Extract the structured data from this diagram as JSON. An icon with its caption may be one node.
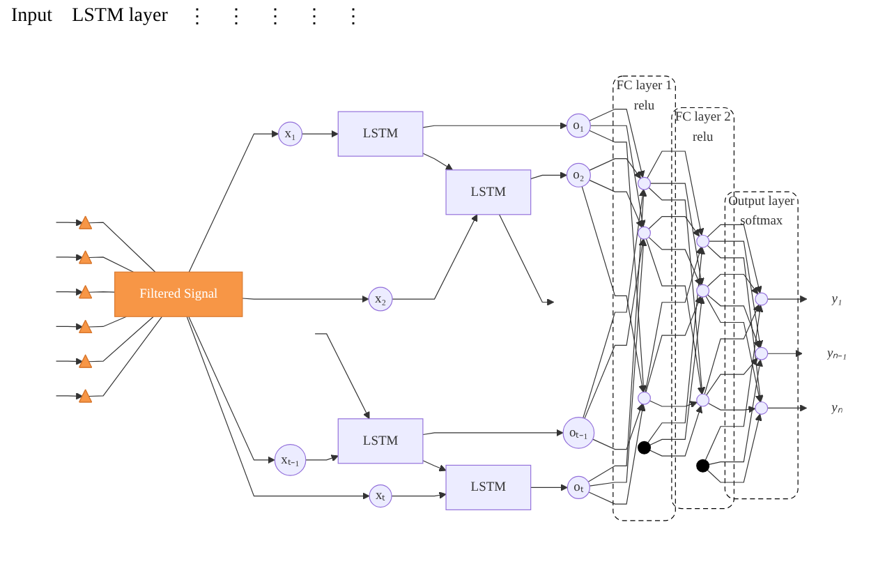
{
  "diagram": {
    "nodes": [
      {
        "text": [],
        "shape": "triangle"
      },
      {
        "text": [],
        "shape": "triangle"
      },
      {
        "text": [],
        "shape": "triangle"
      },
      {
        "text": [],
        "shape": "triangle"
      },
      {
        "text": [],
        "shape": "triangle"
      },
      {
        "text": [],
        "shape": "triangle"
      },
      {
        "text": [
          "Filtered Signal"
        ]
      },
      {
        "text": [
          "x₁"
        ]
      },
      {
        "text": [
          "x₂"
        ]
      },
      {
        "text": [
          "xₜ₋₁"
        ]
      },
      {
        "text": [
          "xₜ"
        ]
      },
      {
        "text": [
          "LSTM"
        ]
      },
      {
        "text": [
          "LSTM"
        ]
      },
      {
        "text": [
          "LSTM"
        ]
      },
      {
        "text": [
          "LSTM"
        ]
      },
      {
        "text": [
          "o₁"
        ]
      },
      {
        "text": [
          "o₂"
        ]
      },
      {
        "text": [
          "oₜ₋₁"
        ]
      },
      {
        "text": [
          "oₜ"
        ]
      },
      {
        "text": [
          "FC layer 1",
          "relu"
        ]
      },
      {
        "text": [],
        "shape": "circle",
        "in": 19
      },
      {
        "text": [],
        "shape": "circle",
        "in": 19
      },
      {
        "text": [],
        "shape": "circle",
        "in": 19
      },
      {
        "text": [],
        "shape": "circle",
        "in": 19
      },
      {
        "text": [
          "FC layer 2",
          "relu"
        ]
      },
      {
        "text": [],
        "shape": "circle",
        "in": 24
      },
      {
        "text": [],
        "shape": "circle",
        "in": 24
      },
      {
        "text": [],
        "shape": "circle",
        "in": 24
      },
      {
        "text": [],
        "shape": "circle",
        "in": 24
      },
      {
        "text": [
          "Output layer",
          "softmax"
        ]
      },
      {
        "text": [],
        "shape": "circle",
        "in": 29
      },
      {
        "text": [],
        "shape": "circle",
        "in": 29
      },
      {
        "text": [],
        "shape": "circle",
        "in": 29
      },
      {
        "text": [
          "y₁"
        ]
      },
      {
        "text": [
          "yₙ₋₁"
        ]
      },
      {
        "text": [
          "yₙ"
        ]
      }
    ],
    "edges": [
      {
        "from": null,
        "to": 0,
        "arrow": "to"
      },
      {
        "from": null,
        "to": 1,
        "arrow": "to"
      },
      {
        "from": null,
        "to": 2,
        "arrow": "to"
      },
      {
        "from": null,
        "to": 3,
        "arrow": "to"
      },
      {
        "from": null,
        "to": 4,
        "arrow": "to"
      },
      {
        "from": null,
        "to": 5,
        "arrow": "to"
      },
      {
        "from": 0,
        "to": 6,
        "arrow": "none"
      },
      {
        "from": 1,
        "to": 6,
        "arrow": "none"
      },
      {
        "from": 2,
        "to": 6,
        "arrow": "none"
      },
      {
        "from": 3,
        "to": 6,
        "arrow": "none"
      },
      {
        "from": 4,
        "to": 6,
        "arrow": "none"
      },
      {
        "from": 5,
        "to": 6,
        "arrow": "none"
      },
      {
        "from": 6,
        "to": 7,
        "arrow": "to"
      },
      {
        "from": 6,
        "to": 8,
        "arrow": "to"
      },
      {
        "from": 6,
        "to": 9,
        "arrow": "to"
      },
      {
        "from": 6,
        "to": 10,
        "arrow": "to"
      },
      {
        "from": 7,
        "to": 11,
        "arrow": "to"
      },
      {
        "from": 8,
        "to": 12,
        "arrow": "to"
      },
      {
        "from": 9,
        "to": 13,
        "arrow": "to"
      },
      {
        "from": 10,
        "to": 14,
        "arrow": "to"
      },
      {
        "from": 11,
        "to": 15,
        "arrow": "to"
      },
      {
        "from": 12,
        "to": 16,
        "arrow": "to"
      },
      {
        "from": 13,
        "to": 17,
        "arrow": "to"
      },
      {
        "from": 14,
        "to": 18,
        "arrow": "to"
      },
      {
        "from": 11,
        "to": 12,
        "arrow": "to"
      },
      {
        "from": 12,
        "to": null,
        "arrow": "to"
      },
      {
        "from": null,
        "to": 13,
        "arrow": "to"
      },
      {
        "from": 13,
        "to": 14,
        "arrow": "to"
      },
      {
        "from": 15,
        "to": 20,
        "arrow": "to"
      },
      {
        "from": 15,
        "to": 21,
        "arrow": "to"
      },
      {
        "from": 15,
        "to": 22,
        "arrow": "to"
      },
      {
        "from": 16,
        "to": 20,
        "arrow": "to"
      },
      {
        "from": 16,
        "to": 21,
        "arrow": "to"
      },
      {
        "from": 16,
        "to": 22,
        "arrow": "to"
      },
      {
        "from": 17,
        "to": 20,
        "arrow": "to"
      },
      {
        "from": 17,
        "to": 21,
        "arrow": "to"
      },
      {
        "from": 17,
        "to": 22,
        "arrow": "to"
      },
      {
        "from": 18,
        "to": 20,
        "arrow": "to"
      },
      {
        "from": 18,
        "to": 21,
        "arrow": "to"
      },
      {
        "from": 18,
        "to": 22,
        "arrow": "to"
      },
      {
        "from": 20,
        "to": 25,
        "arrow": "to"
      },
      {
        "from": 20,
        "to": 26,
        "arrow": "to"
      },
      {
        "from": 20,
        "to": 27,
        "arrow": "to"
      },
      {
        "from": 21,
        "to": 25,
        "arrow": "to"
      },
      {
        "from": 21,
        "to": 26,
        "arrow": "to"
      },
      {
        "from": 21,
        "to": 27,
        "arrow": "to"
      },
      {
        "from": 22,
        "to": 25,
        "arrow": "to"
      },
      {
        "from": 22,
        "to": 26,
        "arrow": "to"
      },
      {
        "from": 22,
        "to": 27,
        "arrow": "to"
      },
      {
        "from": 23,
        "to": 25,
        "arrow": "to"
      },
      {
        "from": 23,
        "to": 26,
        "arrow": "to"
      },
      {
        "from": 23,
        "to": 27,
        "arrow": "to"
      },
      {
        "from": 25,
        "to": 30,
        "arrow": "to"
      },
      {
        "from": 25,
        "to": 31,
        "arrow": "to"
      },
      {
        "from": 25,
        "to": 32,
        "arrow": "to"
      },
      {
        "from": 26,
        "to": 30,
        "arrow": "to"
      },
      {
        "from": 26,
        "to": 31,
        "arrow": "to"
      },
      {
        "from": 26,
        "to": 32,
        "arrow": "to"
      },
      {
        "from": 27,
        "to": 30,
        "arrow": "to"
      },
      {
        "from": 27,
        "to": 31,
        "arrow": "to"
      },
      {
        "from": 27,
        "to": 32,
        "arrow": "to"
      },
      {
        "from": 28,
        "to": 30,
        "arrow": "to"
      },
      {
        "from": 28,
        "to": 31,
        "arrow": "to"
      },
      {
        "from": 28,
        "to": 32,
        "arrow": "to"
      },
      {
        "from": 30,
        "to": 33,
        "arrow": "to"
      },
      {
        "from": 31,
        "to": 34,
        "arrow": "to"
      },
      {
        "from": 32,
        "to": 35,
        "arrow": "to"
      }
    ],
    "labels": [
      "Input",
      "LSTM layer",
      "⋮",
      "⋮",
      "⋮",
      "⋮",
      "⋮"
    ]
  }
}
